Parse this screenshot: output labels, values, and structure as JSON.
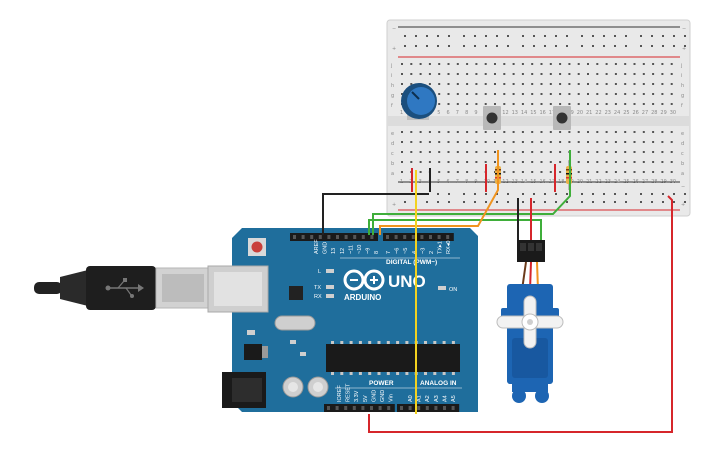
{
  "arduino": {
    "brand": "ARDUINO",
    "model": "UNO",
    "digital_header": "DIGITAL (PWM~)",
    "power_header": "POWER",
    "analog_header": "ANALOG IN",
    "on_label": "ON",
    "led_labels": [
      "L",
      "TX",
      "RX"
    ],
    "top_pin_labels": [
      "AREF",
      "GND",
      "13",
      "12",
      "~11",
      "~10",
      "~9",
      "8",
      "7",
      "~6",
      "~5",
      "4",
      "~3",
      "2",
      "TX▸1",
      "RX◂0"
    ],
    "power_pin_labels": [
      "IOREF",
      "RESET",
      "3.3V",
      "5V",
      "GND",
      "GND",
      "Vin"
    ],
    "analog_pin_labels": [
      "A0",
      "A1",
      "A2",
      "A3",
      "A4",
      "A5"
    ]
  },
  "breadboard": {
    "row_letters_top": [
      "j",
      "i",
      "h",
      "g",
      "f"
    ],
    "row_letters_bottom": [
      "e",
      "d",
      "c",
      "b",
      "a"
    ],
    "rail_plus": "+",
    "rail_minus": "−",
    "column_count": 30
  },
  "colors": {
    "arduino_blue": "#1f6e9c",
    "wire_black": "#222222",
    "wire_red": "#d6262b",
    "wire_green": "#3fae3a",
    "wire_orange": "#f0941f",
    "wire_yellow": "#f3d21f",
    "servo_blue": "#1d65b3"
  }
}
